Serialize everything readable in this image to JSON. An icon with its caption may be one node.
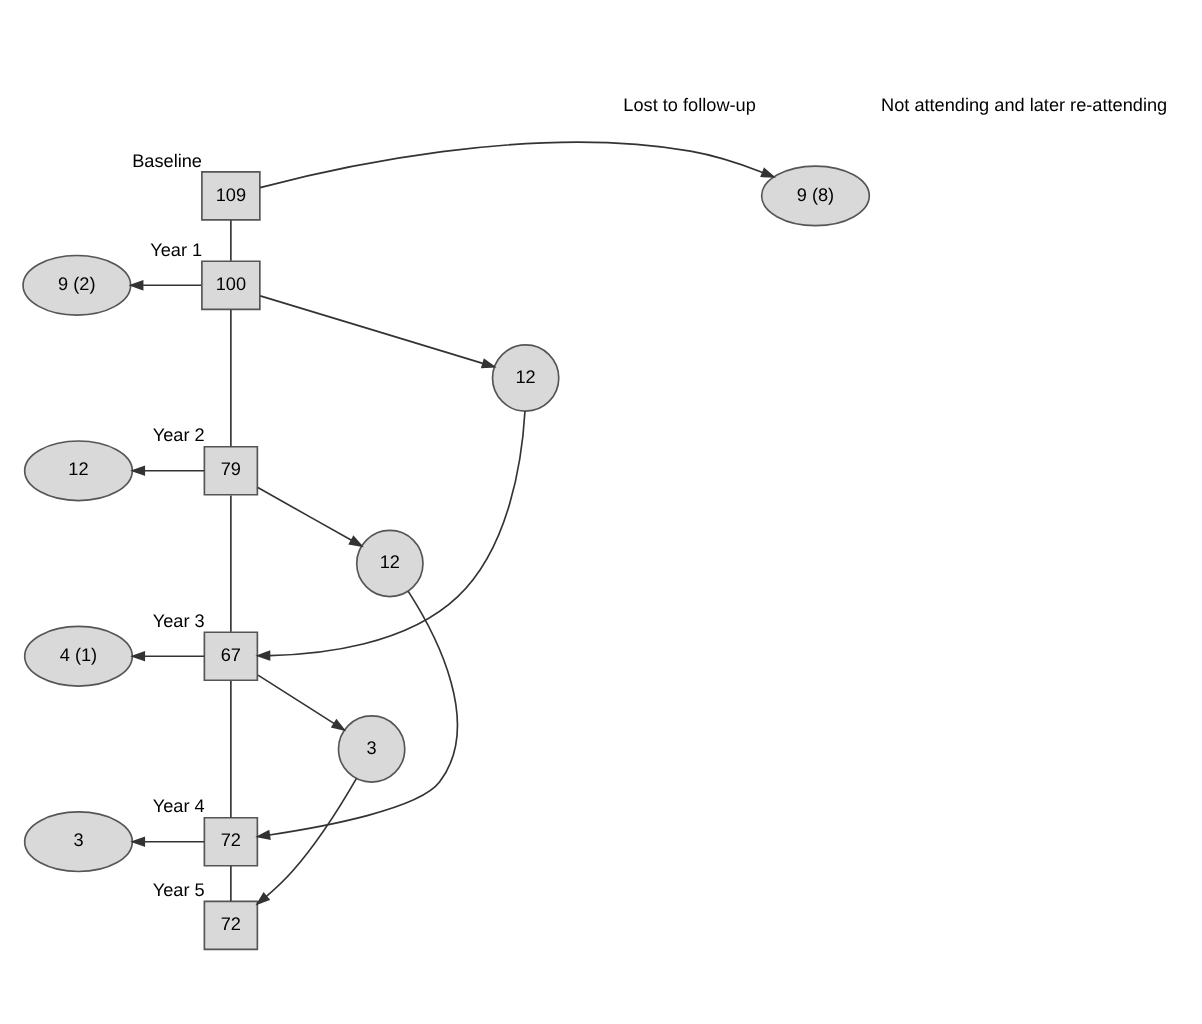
{
  "diagram": {
    "nodes": [
      {
        "text": [
          "109"
        ],
        "beside": [
          "Baseline"
        ]
      },
      {
        "text": [
          "100"
        ],
        "beside": [
          "Year 1"
        ]
      },
      {
        "text": [
          "79"
        ],
        "beside": [
          "Year 2"
        ]
      },
      {
        "text": [
          "67"
        ],
        "beside": [
          "Year 3"
        ]
      },
      {
        "text": [
          "72"
        ],
        "beside": [
          "Year 4"
        ]
      },
      {
        "text": [
          "72"
        ],
        "beside": [
          "Year 5"
        ]
      },
      {
        "text": [
          "9 (8)"
        ]
      },
      {
        "text": [
          "9 (2)"
        ]
      },
      {
        "text": [
          "12"
        ]
      },
      {
        "text": [
          "4 (1)"
        ]
      },
      {
        "text": [
          "3"
        ]
      },
      {
        "text": [
          "12"
        ]
      },
      {
        "text": [
          "12"
        ]
      },
      {
        "text": [
          "3"
        ]
      }
    ],
    "edges": [
      {
        "from": 0,
        "to": 1,
        "arrow": "none"
      },
      {
        "from": 1,
        "to": 2,
        "arrow": "none"
      },
      {
        "from": 2,
        "to": 3,
        "arrow": "none"
      },
      {
        "from": 3,
        "to": 4,
        "arrow": "none"
      },
      {
        "from": 4,
        "to": 5,
        "arrow": "none"
      },
      {
        "from": 0,
        "to": 6,
        "arrow": "to"
      },
      {
        "from": 1,
        "to": 7,
        "arrow": "to"
      },
      {
        "from": 1,
        "to": 11,
        "arrow": "to"
      },
      {
        "from": 2,
        "to": 8,
        "arrow": "to"
      },
      {
        "from": 11,
        "to": 3,
        "arrow": "to"
      },
      {
        "from": 2,
        "to": 12,
        "arrow": "to"
      },
      {
        "from": 3,
        "to": 9,
        "arrow": "to"
      },
      {
        "from": 12,
        "to": 4,
        "arrow": "to"
      },
      {
        "from": 3,
        "to": 13,
        "arrow": "to"
      },
      {
        "from": 4,
        "to": 10,
        "arrow": "to"
      },
      {
        "from": 13,
        "to": 5,
        "arrow": "to"
      }
    ],
    "labels": [
      "Lost to follow-up",
      "Not attending and later re-attending"
    ]
  }
}
